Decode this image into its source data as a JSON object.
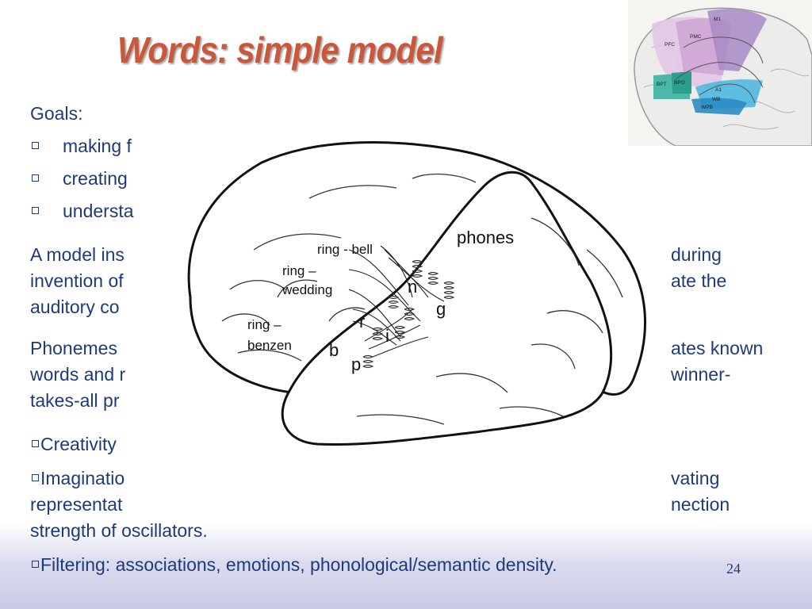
{
  "slide": {
    "title": "Words: simple model",
    "goals_label": "Goals:",
    "goals": [
      "making f",
      "creating",
      "understa"
    ],
    "para1": [
      "A model ins",
      "during",
      "invention of",
      "ate the",
      "auditory co"
    ],
    "para2": [
      "Phonemes",
      "ates known",
      "words and r",
      "winner-",
      "takes-all pr"
    ],
    "bullets": [
      "Creativity",
      "Imaginatio",
      "vating",
      "representat",
      "nection"
    ],
    "strength_line": "strength of oscillators.",
    "filtering": "Filtering: associations, emotions, phonological/semantic density.",
    "page_number": "24"
  },
  "brain_diagram": {
    "region_label": "phones",
    "word_labels": [
      "ring - bell",
      "ring –",
      "wedding",
      "ring –",
      "benzen"
    ],
    "phoneme_labels": [
      "n",
      "g",
      "r",
      "i",
      "b",
      "p"
    ]
  },
  "inset_labels": [
    "M1",
    "PFC",
    "PMC",
    "BPT",
    "BPO",
    "A1",
    "WB",
    "WPB"
  ],
  "colors": {
    "title": "#c8573c",
    "text": "#1f3a78",
    "band": "#c9c9e6"
  }
}
